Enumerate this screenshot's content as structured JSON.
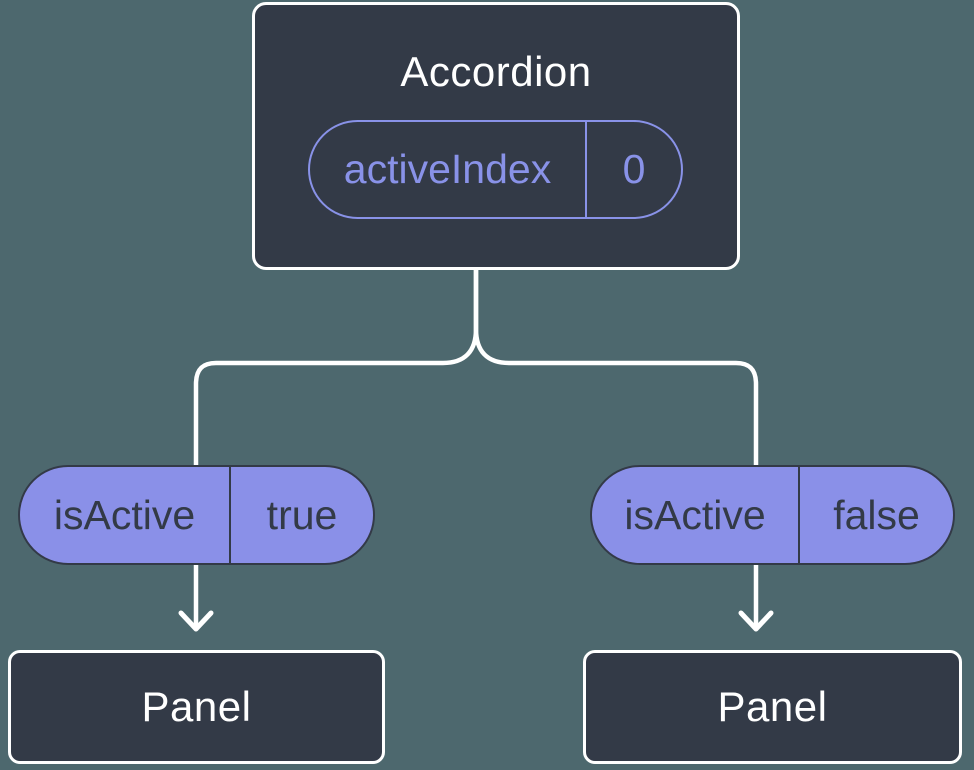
{
  "colors": {
    "background": "#4d686e",
    "box-fill": "#333a47",
    "box-border": "#ffffff",
    "line": "#ffffff",
    "accent-purple": "#8a90e8",
    "accent-outline": "#8992e8",
    "dark-text": "#333a47",
    "white-text": "#ffffff"
  },
  "tree": {
    "root": {
      "label": "Accordion",
      "state": {
        "name": "activeIndex",
        "value": "0"
      }
    },
    "children": [
      {
        "prop": {
          "name": "isActive",
          "value": "true"
        },
        "label": "Panel"
      },
      {
        "prop": {
          "name": "isActive",
          "value": "false"
        },
        "label": "Panel"
      }
    ]
  }
}
